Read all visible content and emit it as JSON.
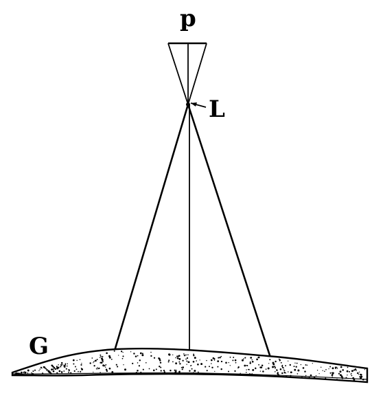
{
  "diagram": {
    "labels": {
      "top": "p",
      "lens": "L",
      "ground": "G"
    },
    "colors": {
      "ink": "#000000",
      "background": "#ffffff"
    }
  }
}
